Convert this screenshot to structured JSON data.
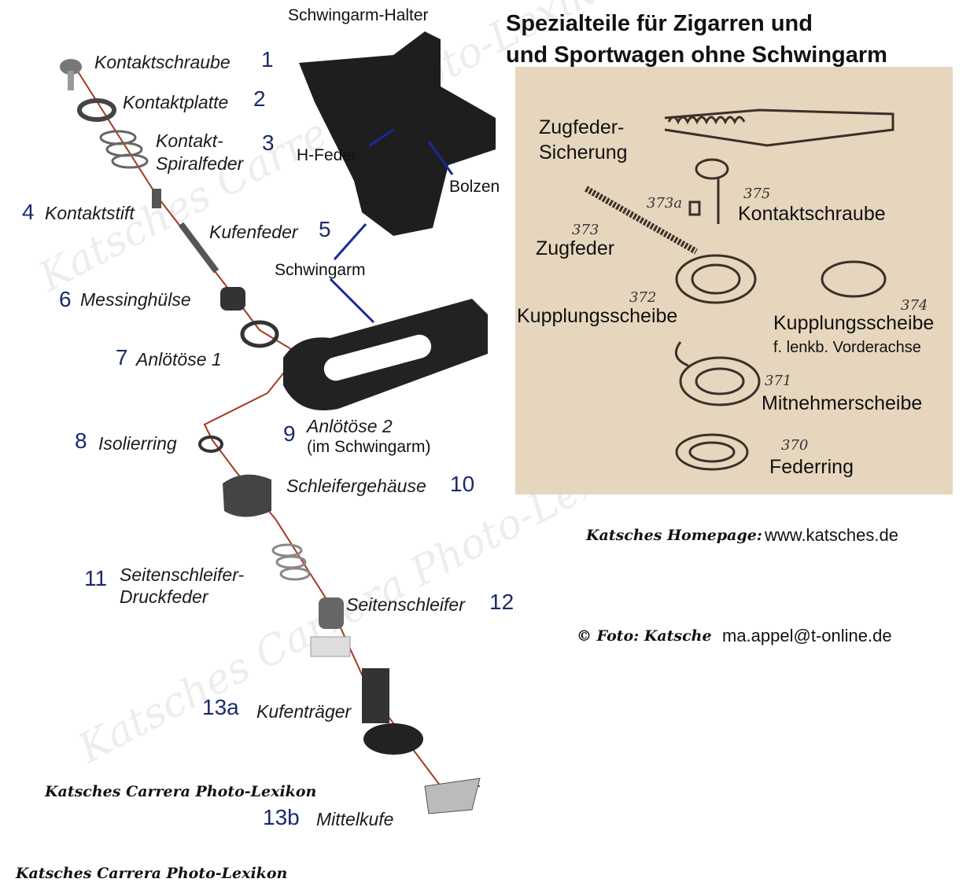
{
  "header": {
    "title_line1": "Spezialteile für Zigarren und",
    "title_line2": "und Sportwagen ohne Schwingarm"
  },
  "photo_labels": {
    "halter": "Schwingarm-Halter",
    "h_feder": "H-Feder",
    "bolzen": "Bolzen",
    "schwingarm": "Schwingarm"
  },
  "parts": [
    {
      "num": "1",
      "label": "Kontaktschraube"
    },
    {
      "num": "2",
      "label": "Kontaktplatte"
    },
    {
      "num": "3",
      "label": "Kontakt-",
      "label2": "Spiralfeder"
    },
    {
      "num": "4",
      "label": "Kontaktstift"
    },
    {
      "num": "5",
      "label": "Kufenfeder"
    },
    {
      "num": "6",
      "label": "Messinghülse"
    },
    {
      "num": "7",
      "label": "Anlötöse 1"
    },
    {
      "num": "8",
      "label": "Isolierring"
    },
    {
      "num": "9",
      "label": "Anlötöse 2",
      "label2": "(im Schwingarm)"
    },
    {
      "num": "10",
      "label": "Schleifergehäuse"
    },
    {
      "num": "11",
      "label": "Seitenschleifer-",
      "label2": "Druckfeder"
    },
    {
      "num": "12",
      "label": "Seitenschleifer"
    },
    {
      "num": "13a",
      "label": "Kufenträger"
    },
    {
      "num": "13b",
      "label": "Mittelkufe"
    }
  ],
  "special_parts": {
    "zugfeder_sicherung": [
      "Zugfeder-",
      "Sicherung"
    ],
    "kontaktschraube": "Kontaktschraube",
    "zugfeder": "Zugfeder",
    "kupplungsscheibe": "Kupplungsscheibe",
    "kupplungsscheibe_lenkb": "Kupplungsscheibe",
    "kupplungsscheibe_lenkb_note": "f. lenkb. Vorderachse",
    "mitnehmerscheibe": "Mitnehmerscheibe",
    "federring": "Federring",
    "numbers": [
      "375",
      "373a",
      "373",
      "372",
      "374",
      "371",
      "370"
    ]
  },
  "footer": {
    "homepage_label": "Katsches Homepage:",
    "homepage_url": "www.katsches.de",
    "copyright_label": "© Foto: Katsche",
    "email": "ma.appel@t-online.de",
    "lexikon_mark": "Katsches Carrera Photo-Lexikon",
    "watermark": "Katsches Carrera Photo-Lexikon"
  },
  "colors": {
    "number_blue": "#1c2a6b",
    "panel": "#e6d6bd",
    "arrow": "#1a2a9a",
    "wire": "#a33a20"
  }
}
